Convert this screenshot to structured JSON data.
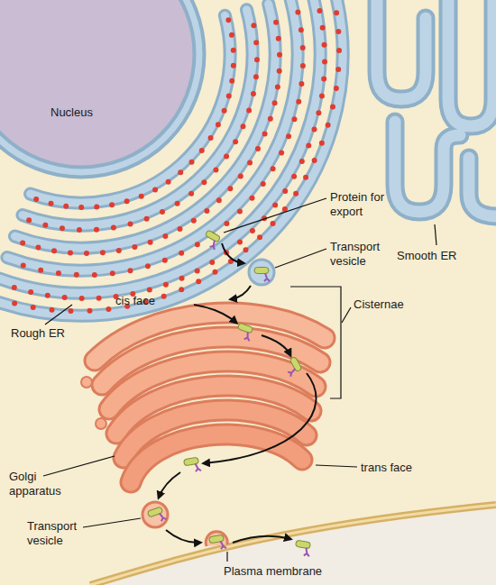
{
  "diagram": {
    "nodes": [
      {
        "text": [
          "Nucleus"
        ]
      }
    ],
    "labels": [
      "Protein for export",
      "Transport vesicle",
      "Smooth ER",
      "Cisternae",
      "cis face",
      "Rough ER",
      "trans face",
      "Golgi apparatus",
      "Transport vesicle",
      "Plasma membrane"
    ]
  }
}
